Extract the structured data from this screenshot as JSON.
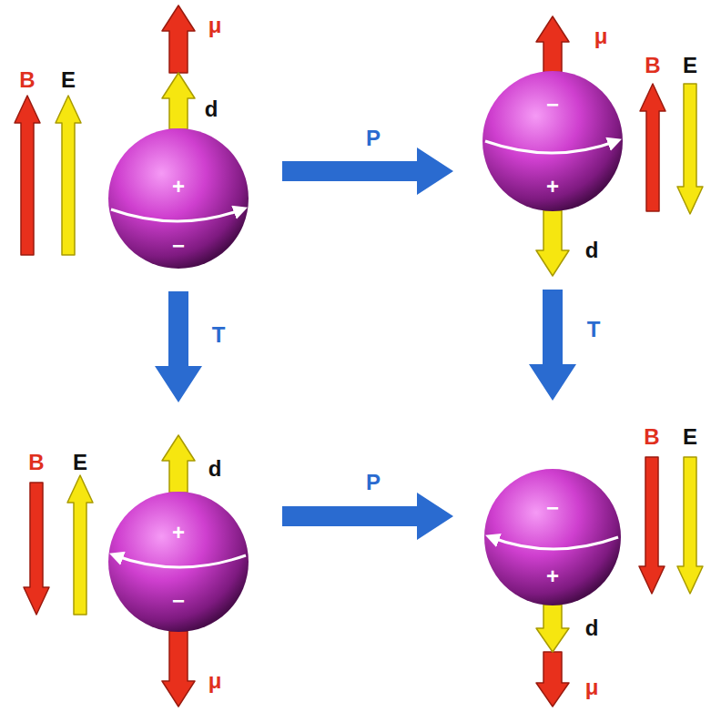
{
  "diagram": {
    "nodes": [
      {
        "text": [
          "+",
          "−"
        ]
      },
      {
        "text": [
          "−",
          "+"
        ]
      },
      {
        "text": [
          "+",
          "−"
        ]
      },
      {
        "text": [
          "−",
          "+"
        ]
      }
    ],
    "edges": [
      {
        "from": 0,
        "to": 1,
        "label": "P",
        "arrow": "to"
      },
      {
        "from": 0,
        "to": 2,
        "label": "T",
        "arrow": "to"
      },
      {
        "from": 1,
        "to": 3,
        "label": "T",
        "arrow": "to"
      },
      {
        "from": 2,
        "to": 3,
        "label": "P",
        "arrow": "to"
      }
    ],
    "labels": [
      "μ",
      "d",
      "B",
      "E",
      "μ",
      "B",
      "E",
      "d",
      "B",
      "E",
      "d",
      "μ",
      "B",
      "E",
      "d",
      "μ"
    ]
  }
}
